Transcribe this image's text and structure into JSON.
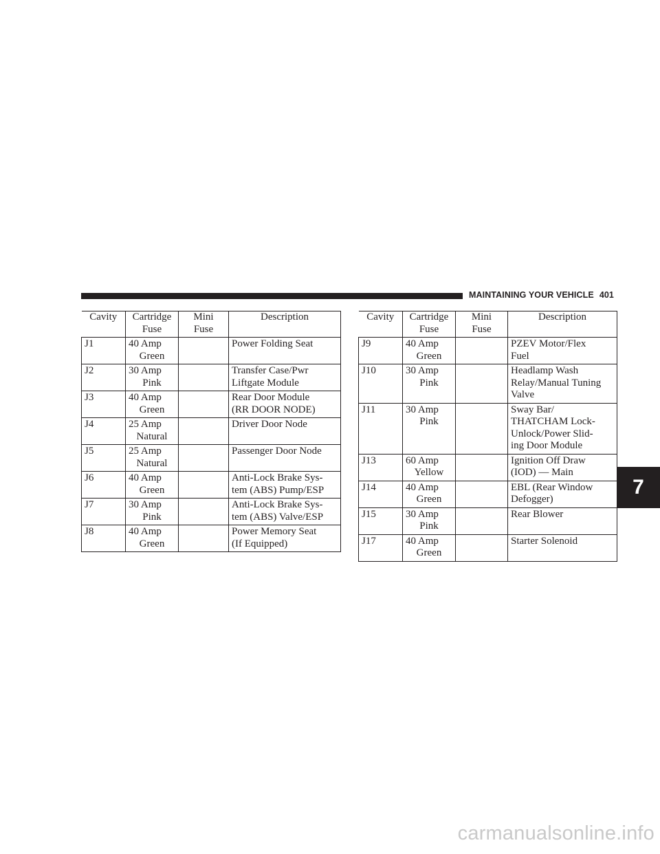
{
  "header": {
    "title": "MAINTAINING YOUR VEHICLE",
    "page_number": "401"
  },
  "chapter_tab": "7",
  "columns": {
    "cavity": "Cavity",
    "cartridge_fuse": [
      "Cartridge",
      "Fuse"
    ],
    "mini_fuse": [
      "Mini",
      "Fuse"
    ],
    "description": "Description"
  },
  "left_table": {
    "rows": [
      {
        "cavity": "J1",
        "cartridge": [
          "40 Amp",
          "Green"
        ],
        "mini": "",
        "description": [
          "Power Folding Seat"
        ]
      },
      {
        "cavity": "J2",
        "cartridge": [
          "30 Amp",
          "Pink"
        ],
        "mini": "",
        "description": [
          "Transfer Case/Pwr",
          "Liftgate Module"
        ]
      },
      {
        "cavity": "J3",
        "cartridge": [
          "40 Amp",
          "Green"
        ],
        "mini": "",
        "description": [
          "Rear Door Module",
          "(RR DOOR NODE)"
        ]
      },
      {
        "cavity": "J4",
        "cartridge": [
          "25 Amp",
          "Natural"
        ],
        "mini": "",
        "description": [
          "Driver Door Node"
        ]
      },
      {
        "cavity": "J5",
        "cartridge": [
          "25 Amp",
          "Natural"
        ],
        "mini": "",
        "description": [
          "Passenger Door Node"
        ]
      },
      {
        "cavity": "J6",
        "cartridge": [
          "40 Amp",
          "Green"
        ],
        "mini": "",
        "description": [
          "Anti-Lock Brake Sys-",
          "tem (ABS) Pump/ESP"
        ]
      },
      {
        "cavity": "J7",
        "cartridge": [
          "30 Amp",
          "Pink"
        ],
        "mini": "",
        "description": [
          "Anti-Lock Brake Sys-",
          "tem (ABS) Valve/ESP"
        ]
      },
      {
        "cavity": "J8",
        "cartridge": [
          "40 Amp",
          "Green"
        ],
        "mini": "",
        "description": [
          "Power Memory Seat",
          "(If Equipped)"
        ]
      }
    ]
  },
  "right_table": {
    "rows": [
      {
        "cavity": "J9",
        "cartridge": [
          "40 Amp",
          "Green"
        ],
        "mini": "",
        "description": [
          "PZEV Motor/Flex",
          "Fuel"
        ]
      },
      {
        "cavity": "J10",
        "cartridge": [
          "30 Amp",
          "Pink"
        ],
        "mini": "",
        "description": [
          "Headlamp Wash",
          "Relay/Manual Tuning",
          "Valve"
        ]
      },
      {
        "cavity": "J11",
        "cartridge": [
          "30 Amp",
          "Pink"
        ],
        "mini": "",
        "description": [
          "Sway Bar/",
          "THATCHAM Lock-",
          "Unlock/Power Slid-",
          "ing Door Module"
        ]
      },
      {
        "cavity": "J13",
        "cartridge": [
          "60 Amp",
          "Yellow"
        ],
        "mini": "",
        "description": [
          "Ignition Off Draw",
          "(IOD) — Main"
        ]
      },
      {
        "cavity": "J14",
        "cartridge": [
          "40 Amp",
          "Green"
        ],
        "mini": "",
        "description": [
          "EBL (Rear Window",
          "Defogger)"
        ]
      },
      {
        "cavity": "J15",
        "cartridge": [
          "30 Amp",
          "Pink"
        ],
        "mini": "",
        "description": [
          "Rear Blower"
        ]
      },
      {
        "cavity": "J17",
        "cartridge": [
          "40 Amp",
          "Green"
        ],
        "mini": "",
        "description": [
          "Starter Solenoid"
        ]
      }
    ]
  },
  "watermark": "carmanualsonline.info"
}
